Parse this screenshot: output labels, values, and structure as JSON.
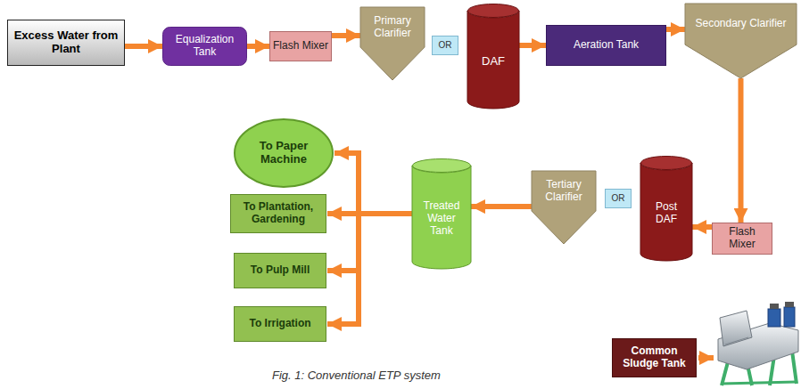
{
  "diagram": {
    "caption": "Fig. 1: Conventional ETP system",
    "nodes": [
      {
        "text": [
          "Excess Water from Plant"
        ]
      },
      {
        "text": [
          "Equalization Tank"
        ]
      },
      {
        "text": [
          "Flash Mixer"
        ]
      },
      {
        "text": [
          "Primary Clarifier"
        ]
      },
      {
        "text": [
          "OR"
        ]
      },
      {
        "text": [
          "DAF"
        ]
      },
      {
        "text": [
          "Aeration Tank"
        ]
      },
      {
        "text": [
          "Secondary Clarifier"
        ]
      },
      {
        "text": [
          "Flash Mixer"
        ]
      },
      {
        "text": [
          "Post DAF"
        ]
      },
      {
        "text": [
          "OR"
        ]
      },
      {
        "text": [
          "Tertiary Clarifier"
        ]
      },
      {
        "text": [
          "Treated Water Tank"
        ]
      },
      {
        "text": [
          "To Paper Machine"
        ]
      },
      {
        "text": [
          "To Plantation, Gardening"
        ]
      },
      {
        "text": [
          "To Pulp Mill"
        ]
      },
      {
        "text": [
          "To Irrigation"
        ]
      },
      {
        "text": [
          "Common Sludge Tank"
        ]
      }
    ],
    "edges": [
      {
        "from": 0,
        "to": 1,
        "arrow": "to"
      },
      {
        "from": 1,
        "to": 2,
        "arrow": "to"
      },
      {
        "from": 2,
        "to": 3,
        "arrow": "to"
      },
      {
        "from": 5,
        "to": 6,
        "arrow": "to"
      },
      {
        "from": 6,
        "to": 7,
        "arrow": "to"
      },
      {
        "from": 7,
        "to": 8,
        "arrow": "to"
      },
      {
        "from": 8,
        "to": 9,
        "arrow": "to"
      },
      {
        "from": 11,
        "to": 12,
        "arrow": "to"
      },
      {
        "from": 12,
        "to": 13,
        "arrow": "to"
      },
      {
        "from": 12,
        "to": 14,
        "arrow": "to"
      },
      {
        "from": 12,
        "to": 15,
        "arrow": "to"
      },
      {
        "from": 12,
        "to": 16,
        "arrow": "to"
      }
    ]
  }
}
